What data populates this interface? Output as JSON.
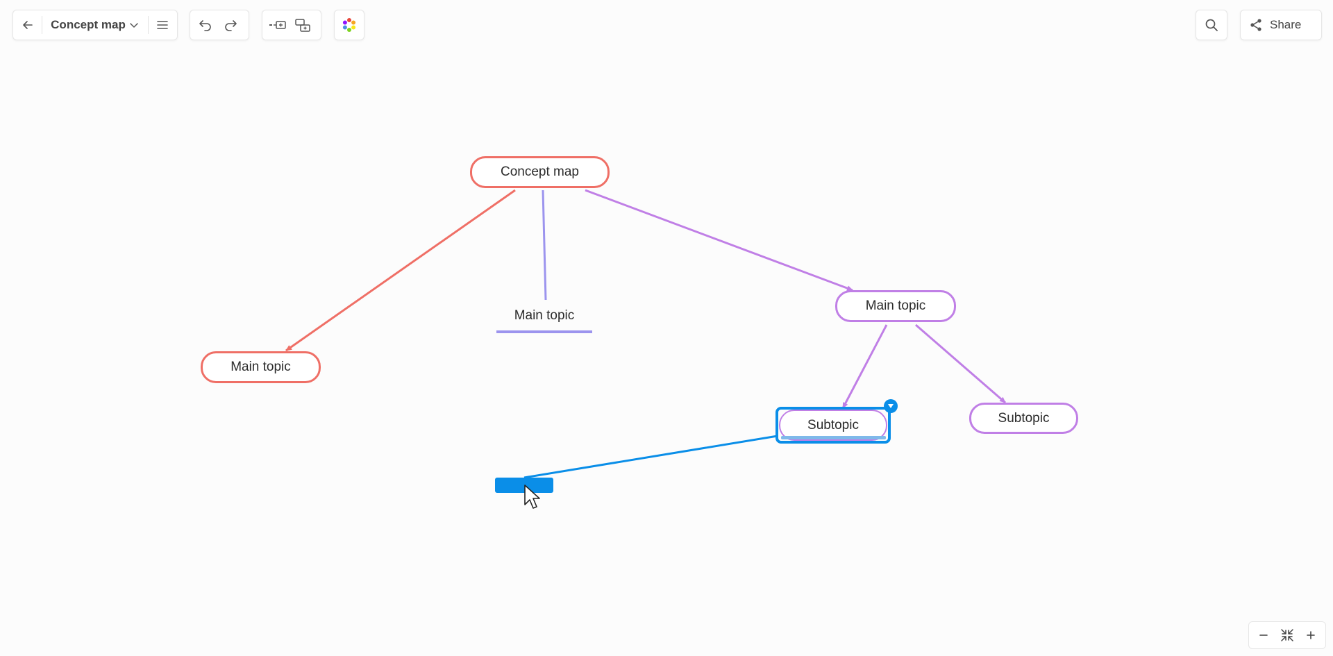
{
  "toolbar": {
    "title": "Concept map",
    "share_label": "Share"
  },
  "icons": {
    "back": "arrow-left-icon",
    "title_dropdown": "chevron-down-icon",
    "menu": "hamburger-menu-icon",
    "undo": "undo-icon",
    "redo": "redo-icon",
    "add_floating": "add-floating-topic-icon",
    "add_subtopic": "add-subtopic-icon",
    "theme": "color-palette-icon",
    "search": "search-icon",
    "share": "share-icon",
    "zoom_out": "minus-icon",
    "fit": "fit-to-screen-icon",
    "zoom_in": "plus-icon"
  },
  "colors": {
    "root": "#ef6f66",
    "red_branch": "#ef6f66",
    "blue_branch": "#9c94ee",
    "purple_branch": "#c07fe6",
    "selection": "#0a8ee8"
  },
  "map": {
    "root": {
      "label": "Concept map"
    },
    "main_topics": [
      {
        "label": "Main topic"
      },
      {
        "label": "Main topic"
      },
      {
        "label": "Main topic"
      }
    ],
    "subtopics": [
      {
        "label": "Subtopic",
        "selected": true
      },
      {
        "label": "Subtopic"
      }
    ],
    "new_topic": {
      "label": ""
    }
  }
}
